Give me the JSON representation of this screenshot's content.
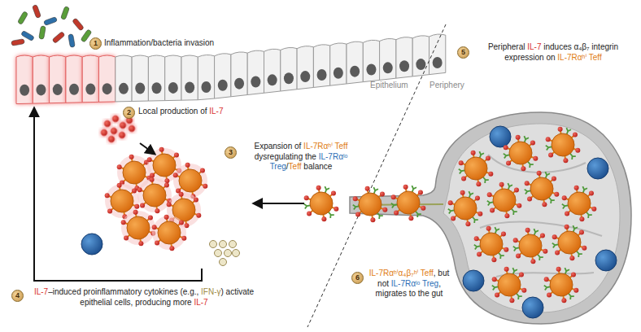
{
  "diagram": {
    "labels": [
      "1",
      "Inflammation/bacteria invasion",
      "2",
      "Local production of IL-7",
      "3",
      "Expansion of IL-7Rαʰⁱ Teff dysregulating the IL-7Rαˡᵒ Treg/Teff balance",
      "4",
      "IL-7–induced proinflammatory cytokines (e.g., IFN-γ) activate epithelial cells, producing more IL-7",
      "5",
      "Peripheral IL-7 induces α₄β₇ integrin expression on IL-7Rαʰⁱ Teff",
      "6",
      "IL-7Rαʰⁱα₄β₇ʰⁱ Teff, but not IL-7Rαˡᵒ Treg, migrates to the gut",
      "Epithelium",
      "Periphery"
    ]
  }
}
